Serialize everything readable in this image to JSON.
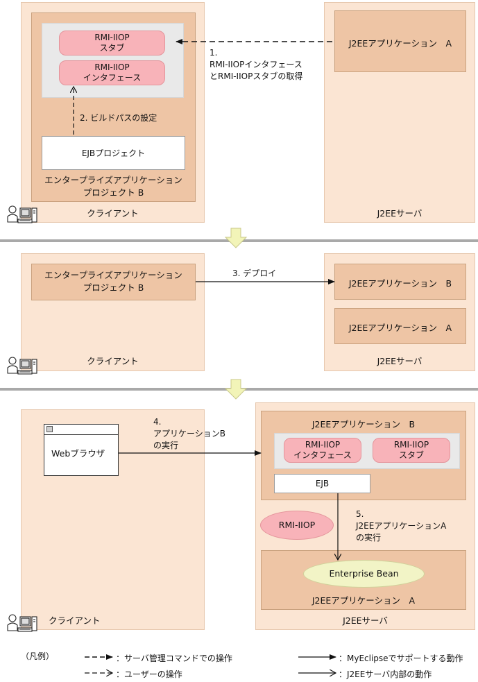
{
  "panel1": {
    "stub_label": "RMI-IIOP\nスタブ",
    "iface_label": "RMI-IIOP\nインタフェース",
    "ejb_project": "EJBプロジェクト",
    "ear_project": "エンタープライズアプリケーション\nプロジェクト B",
    "step2": "2. ビルドパスの設定",
    "step1": "1.\nRMI-IIOPインタフェース\nとRMI-IIOPスタブの取得",
    "app_a": "J2EEアプリケーション　A",
    "client": "クライアント",
    "server": "J2EEサーバ"
  },
  "panel2": {
    "ear_project": "エンタープライズアプリケーション\nプロジェクト B",
    "step3": "3. デプロイ",
    "app_b": "J2EEアプリケーション　B",
    "app_a": "J2EEアプリケーション　A",
    "client": "クライアント",
    "server": "J2EEサーバ"
  },
  "panel3": {
    "browser": "Webブラウザ",
    "step4": "4.\nアプリケーションB\nの実行",
    "app_b": "J2EEアプリケーション　B",
    "iface_label": "RMI-IIOP\nインタフェース",
    "stub_label": "RMI-IIOP\nスタブ",
    "ejb": "EJB",
    "rmi": "RMI-IIOP",
    "step5": "5.\nJ2EEアプリケーションA\nの実行",
    "enterprise_bean": "Enterprise Bean",
    "app_a": "J2EEアプリケーション　A",
    "client": "クライアント",
    "server": "J2EEサーバ"
  },
  "legend": {
    "title": "（凡例）",
    "server_cmd": "：サーバ管理コマンドでの操作",
    "user_op": "：ユーザーの操作",
    "myeclipse": "：MyEclipseでサポートする動作",
    "internal": "：J2EEサーバ内部の動作"
  },
  "icons": [
    "user-computer-icon",
    "browser-window-icon",
    "down-arrow-icon"
  ],
  "colors": {
    "zone": "#fbe5d3",
    "app": "#eec5a5",
    "pink": "#f8b3b9",
    "gray": "#e9e9e9",
    "bean": "#f2f4c6",
    "arrow": "#f2f4b8"
  }
}
